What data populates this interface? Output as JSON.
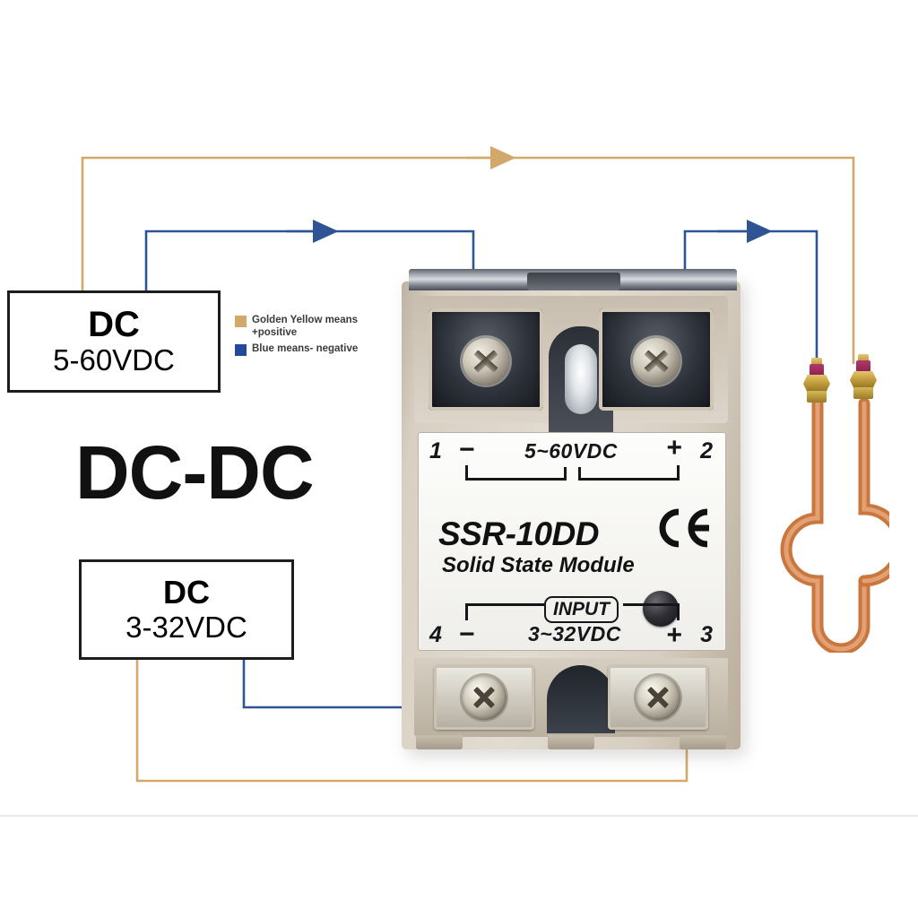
{
  "diagram": {
    "title": "DC-DC",
    "colors": {
      "positive_wire": "#d3a96b",
      "negative_wire": "#2f5496",
      "relay_body": "#d8d0c3",
      "label_panel": "#fdfdfb",
      "copper": "#c9773f",
      "brass": "#c9a441"
    }
  },
  "legend": {
    "items": [
      {
        "swatch": "#d3a96b",
        "text": "Golden Yellow means +positive",
        "name": "legend-positive"
      },
      {
        "swatch": "#24489a",
        "text": "Blue means- negative",
        "name": "legend-negative"
      }
    ],
    "line1": "Golden Yellow means",
    "line2": "+positive",
    "line3": "Blue means- negative"
  },
  "sources": {
    "upper": {
      "title": "DC",
      "range": "5-60VDC"
    },
    "lower": {
      "title": "DC",
      "range": "3-32VDC"
    }
  },
  "relay": {
    "model": "SSR-10DD",
    "subtitle": "Solid State Module",
    "certification": "CE",
    "input_label": "INPUT",
    "output_voltage": "5~60VDC",
    "input_voltage": "3~32VDC",
    "terminals": [
      {
        "number": "1",
        "sign": "−",
        "group": "output",
        "position": "top-left"
      },
      {
        "number": "2",
        "sign": "+",
        "group": "output",
        "position": "top-right"
      },
      {
        "number": "3",
        "sign": "+",
        "group": "input",
        "position": "bottom-right"
      },
      {
        "number": "4",
        "sign": "−",
        "group": "input",
        "position": "bottom-left"
      }
    ],
    "terminal_1": "1",
    "terminal_2": "2",
    "terminal_3": "3",
    "terminal_4": "4",
    "sign_minus": "−",
    "sign_plus": "+"
  },
  "load": {
    "name": "copper heating element",
    "terminal_posts": 2
  },
  "wiring": [
    {
      "name": "load-positive",
      "color": "#d3a96b",
      "from": "DC 5-60VDC +",
      "to": "heater right post"
    },
    {
      "name": "relay-out-negative",
      "color": "#2f5496",
      "from": "DC 5-60VDC -",
      "to": "relay terminal 1"
    },
    {
      "name": "relay-to-load",
      "color": "#2f5496",
      "from": "relay terminal 2",
      "to": "heater left post"
    },
    {
      "name": "input-negative",
      "color": "#2f5496",
      "from": "DC 3-32VDC -",
      "to": "relay terminal 4"
    },
    {
      "name": "input-positive",
      "color": "#d3a96b",
      "from": "relay terminal 3",
      "to": "DC 3-32VDC +"
    }
  ]
}
